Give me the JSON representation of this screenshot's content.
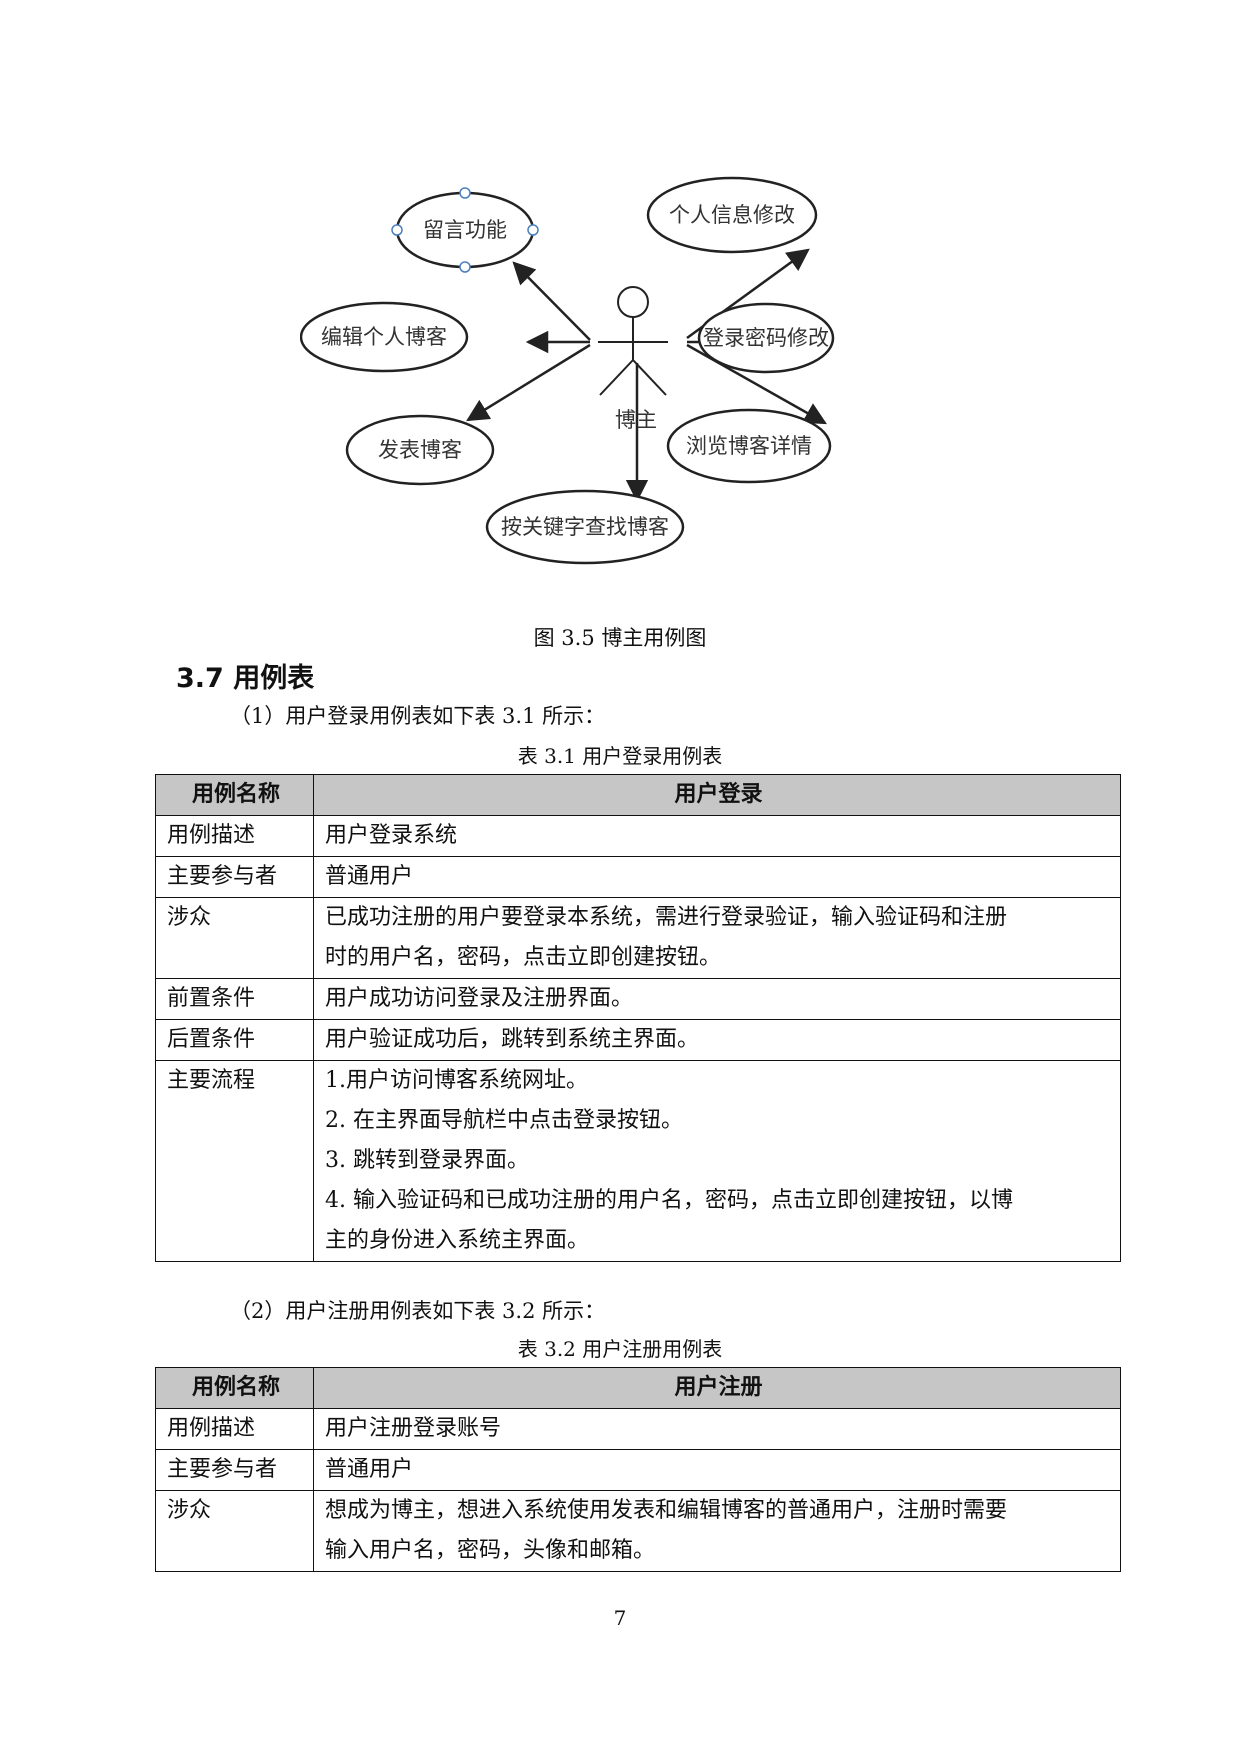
{
  "diagram": {
    "actor": "博主",
    "use_cases": [
      "留言功能",
      "个人信息修改",
      "编辑个人博客",
      "登录密码修改",
      "发表博客",
      "浏览博客详情",
      "按关键字查找博客"
    ],
    "caption": "图 3.5  博主用例图"
  },
  "section": {
    "title": "3.7 用例表"
  },
  "intro1": "（1）用户登录用例表如下表 3.1 所示：",
  "table1": {
    "caption": "表 3.1  用户登录用例表",
    "header": [
      "用例名称",
      "用户登录"
    ],
    "rows": [
      {
        "label": "用例描述",
        "lines": [
          "用户登录系统"
        ]
      },
      {
        "label": "主要参与者",
        "lines": [
          "普通用户"
        ]
      },
      {
        "label": "涉众",
        "lines": [
          "已成功注册的用户要登录本系统，需进行登录验证，输入验证码和注册",
          "时的用户名，密码，点击立即创建按钮。"
        ]
      },
      {
        "label": "前置条件",
        "lines": [
          "用户成功访问登录及注册界面。"
        ]
      },
      {
        "label": "后置条件",
        "lines": [
          "用户验证成功后，跳转到系统主界面。"
        ]
      },
      {
        "label": "主要流程",
        "lines": [
          "1.用户访问博客系统网址。",
          "2.  在主界面导航栏中点击登录按钮。",
          "3.  跳转到登录界面。",
          "4.  输入验证码和已成功注册的用户名，密码，点击立即创建按钮，以博",
          "主的身份进入系统主界面。"
        ]
      }
    ]
  },
  "intro2": "（2）用户注册用例表如下表 3.2  所示：",
  "table2": {
    "caption": "表 3.2  用户注册用例表",
    "header": [
      "用例名称",
      "用户注册"
    ],
    "rows": [
      {
        "label": "用例描述",
        "lines": [
          "用户注册登录账号"
        ]
      },
      {
        "label": "主要参与者",
        "lines": [
          "普通用户"
        ]
      },
      {
        "label": "涉众",
        "lines": [
          "想成为博主，想进入系统使用发表和编辑博客的普通用户，注册时需要",
          "输入用户名，密码，头像和邮箱。"
        ]
      }
    ]
  },
  "page_number": "7"
}
